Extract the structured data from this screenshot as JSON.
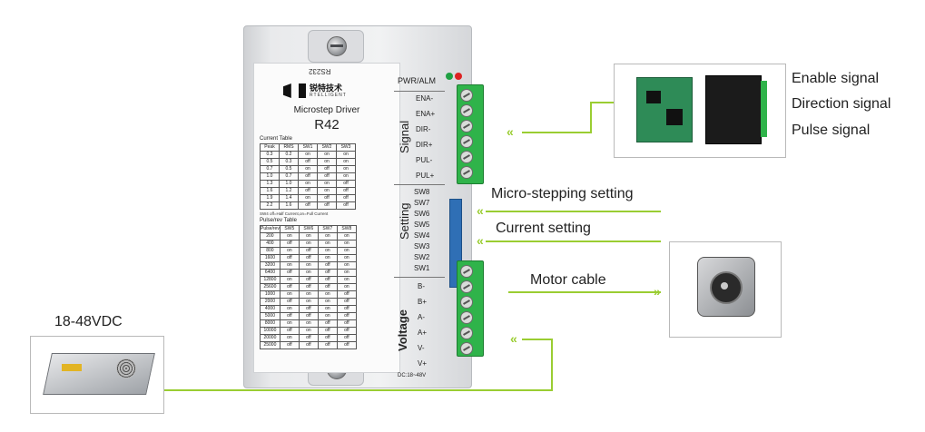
{
  "colors": {
    "wire": "#9acd32",
    "terminal": "#2fb34a",
    "dip": "#2f6fb5"
  },
  "driver": {
    "port_label": "RS232",
    "brand_cn": "锐特技术",
    "brand_en": "RTELLIGENT",
    "product": "Microstep Driver",
    "model": "R42",
    "current_table": {
      "title": "Current Table",
      "headers": [
        "Peak",
        "RMS",
        "SW1",
        "SW2",
        "SW3"
      ],
      "rows": [
        [
          "0.3",
          "0.2",
          "on",
          "on",
          "on"
        ],
        [
          "0.5",
          "0.3",
          "off",
          "on",
          "on"
        ],
        [
          "0.7",
          "0.5",
          "on",
          "off",
          "on"
        ],
        [
          "1.0",
          "0.7",
          "off",
          "off",
          "on"
        ],
        [
          "1.3",
          "1.0",
          "on",
          "on",
          "off"
        ],
        [
          "1.6",
          "1.2",
          "off",
          "on",
          "off"
        ],
        [
          "1.9",
          "1.4",
          "on",
          "off",
          "off"
        ],
        [
          "2.2",
          "1.6",
          "off",
          "off",
          "off"
        ]
      ],
      "note": "SW4 off=Half Current,on=Full Current"
    },
    "pulse_table": {
      "title": "Pulse/rev Table",
      "headers": [
        "Pulse/rev",
        "SW5",
        "SW6",
        "SW7",
        "SW8"
      ],
      "rows": [
        [
          "200",
          "on",
          "on",
          "on",
          "on"
        ],
        [
          "400",
          "off",
          "on",
          "on",
          "on"
        ],
        [
          "800",
          "on",
          "off",
          "on",
          "on"
        ],
        [
          "1600",
          "off",
          "off",
          "on",
          "on"
        ],
        [
          "3200",
          "on",
          "on",
          "off",
          "on"
        ],
        [
          "6400",
          "off",
          "on",
          "off",
          "on"
        ],
        [
          "12800",
          "on",
          "off",
          "off",
          "on"
        ],
        [
          "25600",
          "off",
          "off",
          "off",
          "on"
        ],
        [
          "1000",
          "on",
          "on",
          "on",
          "off"
        ],
        [
          "2000",
          "off",
          "on",
          "on",
          "off"
        ],
        [
          "4000",
          "on",
          "off",
          "on",
          "off"
        ],
        [
          "5000",
          "off",
          "off",
          "on",
          "off"
        ],
        [
          "8000",
          "on",
          "on",
          "off",
          "off"
        ],
        [
          "10000",
          "off",
          "on",
          "off",
          "off"
        ],
        [
          "20000",
          "on",
          "off",
          "off",
          "off"
        ],
        [
          "25000",
          "off",
          "off",
          "off",
          "off"
        ]
      ]
    },
    "pwr_alm": "PWR/ALM",
    "signal_group": "Signal",
    "signal_pins": [
      "ENA-",
      "ENA+",
      "DIR-",
      "DIR+",
      "PUL-",
      "PUL+"
    ],
    "setting_group": "Setting",
    "setting_pins": [
      "SW8",
      "SW7",
      "SW6",
      "SW5",
      "SW4",
      "SW3",
      "SW2",
      "SW1"
    ],
    "voltage_group": "Voltage",
    "voltage_pins": [
      "B-",
      "B+",
      "A-",
      "A+",
      "V-",
      "V+"
    ],
    "dc_range": "DC:18~48V"
  },
  "annotations": {
    "enable": "Enable signal",
    "direction": "Direction signal",
    "pulse": "Pulse signal",
    "microstep": "Micro-stepping setting",
    "current": "Current setting",
    "motor": "Motor cable",
    "power": "18-48VDC"
  },
  "icons": {
    "controller": "controller-boards-image",
    "motor": "stepper-motor-image",
    "psu": "power-supply-image",
    "arrow": "double-chevron-icon"
  }
}
